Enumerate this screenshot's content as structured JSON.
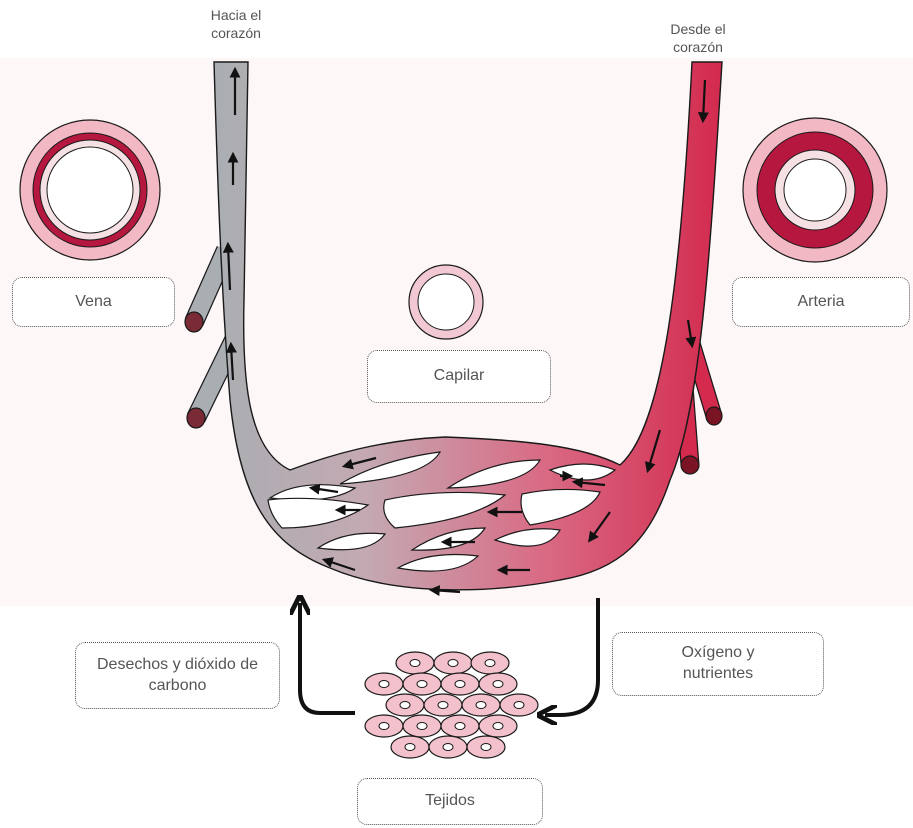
{
  "labels": {
    "to_heart": "Hacia el corazón",
    "from_heart": "Desde el corazón",
    "vein": "Vena",
    "artery": "Arteria",
    "capillary": "Capilar",
    "waste": "Desechos y dióxido de carbono",
    "oxygen": "Oxígeno y nutrientes",
    "tissues": "Tejidos"
  },
  "colors": {
    "vein": "#a9aeb2",
    "artery": "#d32a4e",
    "vessel_wall": "#b5173f",
    "tissue_cell": "#f3c1cc",
    "outline": "#1a1a1a"
  }
}
